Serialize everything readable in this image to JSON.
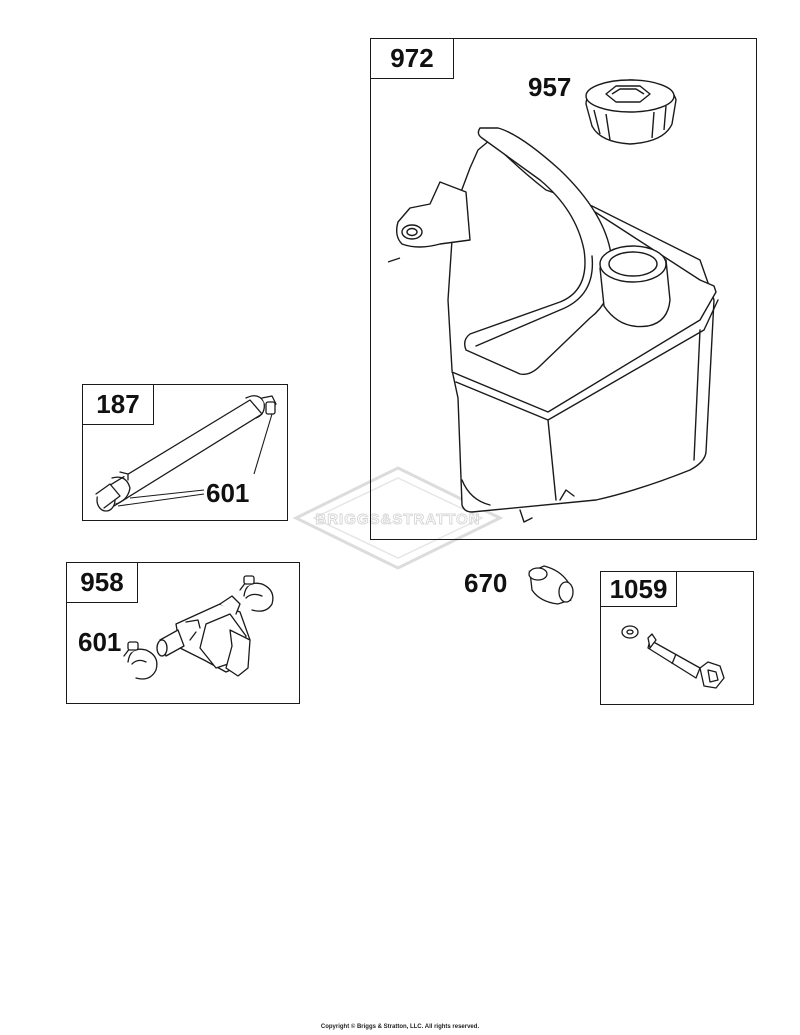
{
  "watermark": {
    "brand": "BRIGGS&STRATTON"
  },
  "panels": {
    "fuel_tank": {
      "part_number": "972",
      "callouts": {
        "cap": "957"
      }
    },
    "fuel_line": {
      "part_number": "187",
      "callouts": {
        "clamp": "601"
      }
    },
    "shutoff_valve": {
      "part_number": "958",
      "callouts": {
        "clamp": "601"
      }
    },
    "bolt": {
      "part_number": "1059"
    }
  },
  "loose_parts": {
    "spacer": "670"
  },
  "footer": {
    "copyright": "Copyright © Briggs & Stratton, LLC. All rights reserved."
  },
  "colors": {
    "line": "#1a1a1a",
    "watermark": "#d9d9d9"
  }
}
